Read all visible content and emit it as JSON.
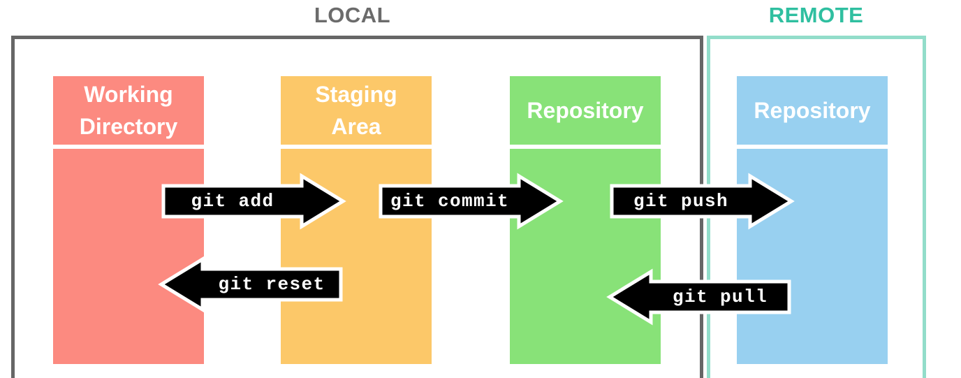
{
  "diagram": {
    "title_local": "LOCAL",
    "title_remote": "REMOTE",
    "colors": {
      "local_frame": "#666666",
      "remote_frame": "#92ddca",
      "local_title": "#6b6b6b",
      "remote_title": "#2fbfa0",
      "working_directory": "#fc8a80",
      "staging_area": "#fcc869",
      "repository_local": "#88e278",
      "repository_remote": "#98d0f0",
      "arrow_fill": "#000000",
      "arrow_outline": "#ffffff",
      "arrow_text": "#ffffff"
    }
  },
  "stages": [
    {
      "id": "working-directory",
      "label": "Working\nDirectory",
      "color": "#fc8a80",
      "zone": "local"
    },
    {
      "id": "staging-area",
      "label": "Staging\nArea",
      "color": "#fcc869",
      "zone": "local"
    },
    {
      "id": "repository-local",
      "label": "Repository",
      "color": "#88e278",
      "zone": "local"
    },
    {
      "id": "repository-remote",
      "label": "Repository",
      "color": "#98d0f0",
      "zone": "remote"
    }
  ],
  "arrows": [
    {
      "id": "git-add",
      "label": "git add",
      "direction": "right",
      "from": "working-directory",
      "to": "staging-area"
    },
    {
      "id": "git-commit",
      "label": "git commit",
      "direction": "right",
      "from": "staging-area",
      "to": "repository-local"
    },
    {
      "id": "git-push",
      "label": "git push",
      "direction": "right",
      "from": "repository-local",
      "to": "repository-remote"
    },
    {
      "id": "git-reset",
      "label": "git reset",
      "direction": "left",
      "from": "staging-area",
      "to": "working-directory"
    },
    {
      "id": "git-pull",
      "label": "git pull",
      "direction": "left",
      "from": "repository-remote",
      "to": "repository-local"
    }
  ]
}
